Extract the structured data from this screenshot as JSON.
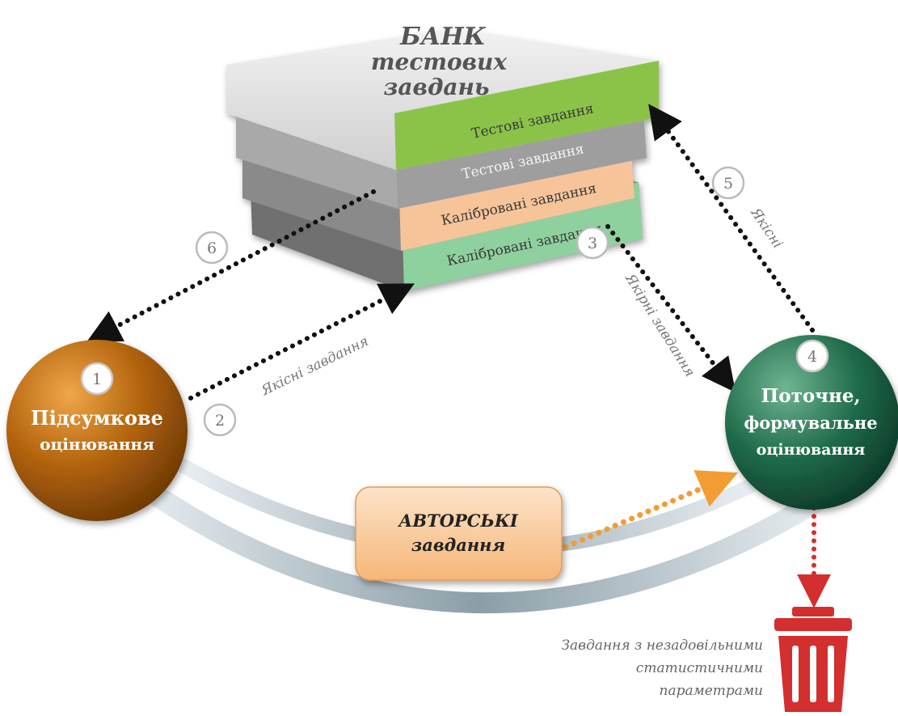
{
  "bank": {
    "title_line1": "БАНК",
    "title_line2": "тестових",
    "title_line3": "завдань",
    "layers": [
      {
        "label": "Тестові завдання",
        "color": "#8bc34a"
      },
      {
        "label": "Тестові завдання",
        "color": "#9e9e9e"
      },
      {
        "label": "Калібровані завдання",
        "color": "#f7c49a"
      },
      {
        "label": "Калібровані завдання",
        "color": "#8fd19e"
      }
    ]
  },
  "nodes": {
    "summative": {
      "number": "1",
      "line1": "Підсумкове",
      "line2": "оцінювання",
      "color": "#b0610a"
    },
    "formative": {
      "number": "4",
      "line1": "Поточне,",
      "line2": "формувальне",
      "line3": "оцінювання",
      "color": "#1f6b4b"
    },
    "author": {
      "line1": "АВТОРСЬКІ",
      "line2": "завдання"
    }
  },
  "steps": {
    "s2": "2",
    "s3": "3",
    "s5": "5",
    "s6": "6"
  },
  "arrow_labels": {
    "quality_tasks": "Якісні завдання",
    "anchor_tasks": "Якірні завдання",
    "quality": "Якісні"
  },
  "trash": {
    "line1": "Завдання з незадовільними",
    "line2": "статистичними",
    "line3": "параметрами",
    "color": "#d32f2f"
  }
}
